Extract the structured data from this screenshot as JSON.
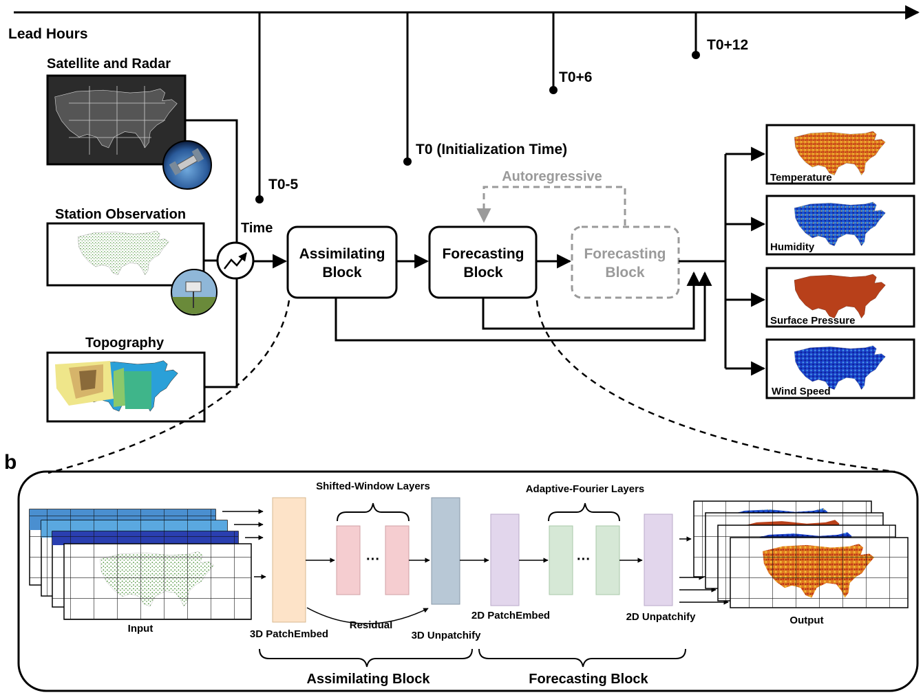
{
  "panel_a": {
    "letter": "",
    "timeline": {
      "axis_label": "Lead Hours",
      "t0_minus_5": "T0-5",
      "t0": "T0 (Initialization Time)",
      "t0_plus_6": "T0+6",
      "t0_plus_12": "T0+12"
    },
    "inputs": {
      "satellite_title": "Satellite and Radar",
      "station_title": "Station Observation",
      "topography_title": "Topography",
      "time_label": "Time"
    },
    "blocks": {
      "assimilating": [
        "Assimilating",
        "Block"
      ],
      "forecasting": [
        "Forecasting",
        "Block"
      ],
      "forecasting_ghost": [
        "Forecasting",
        "Block"
      ],
      "autoregressive": "Autoregressive"
    },
    "outputs": [
      "Temperature",
      "Humidity",
      "Surface Pressure",
      "Wind Speed"
    ]
  },
  "panel_b": {
    "letter": "b",
    "input_label": "Input",
    "output_label": "Output",
    "shifted_window": "Shifted-Window Layers",
    "adaptive_fourier": "Adaptive-Fourier Layers",
    "patchembed_3d": "3D PatchEmbed",
    "unpatchify_3d": "3D Unpatchify",
    "patchembed_2d": "2D PatchEmbed",
    "unpatchify_2d": "2D Unpatchify",
    "residual": "Residual",
    "assimilating_block": "Assimilating Block",
    "forecasting_block": "Forecasting Block",
    "ellipsis": "···"
  },
  "colors": {
    "patch3d": "#fde3c8",
    "swin": "#f5cdd0",
    "unpatch3d": "#b8c8d6",
    "patch2d": "#e2d6ec",
    "afno": "#d6e8d6",
    "ghost": "#9a9a9a",
    "veg_green": "#3f8f2a"
  }
}
